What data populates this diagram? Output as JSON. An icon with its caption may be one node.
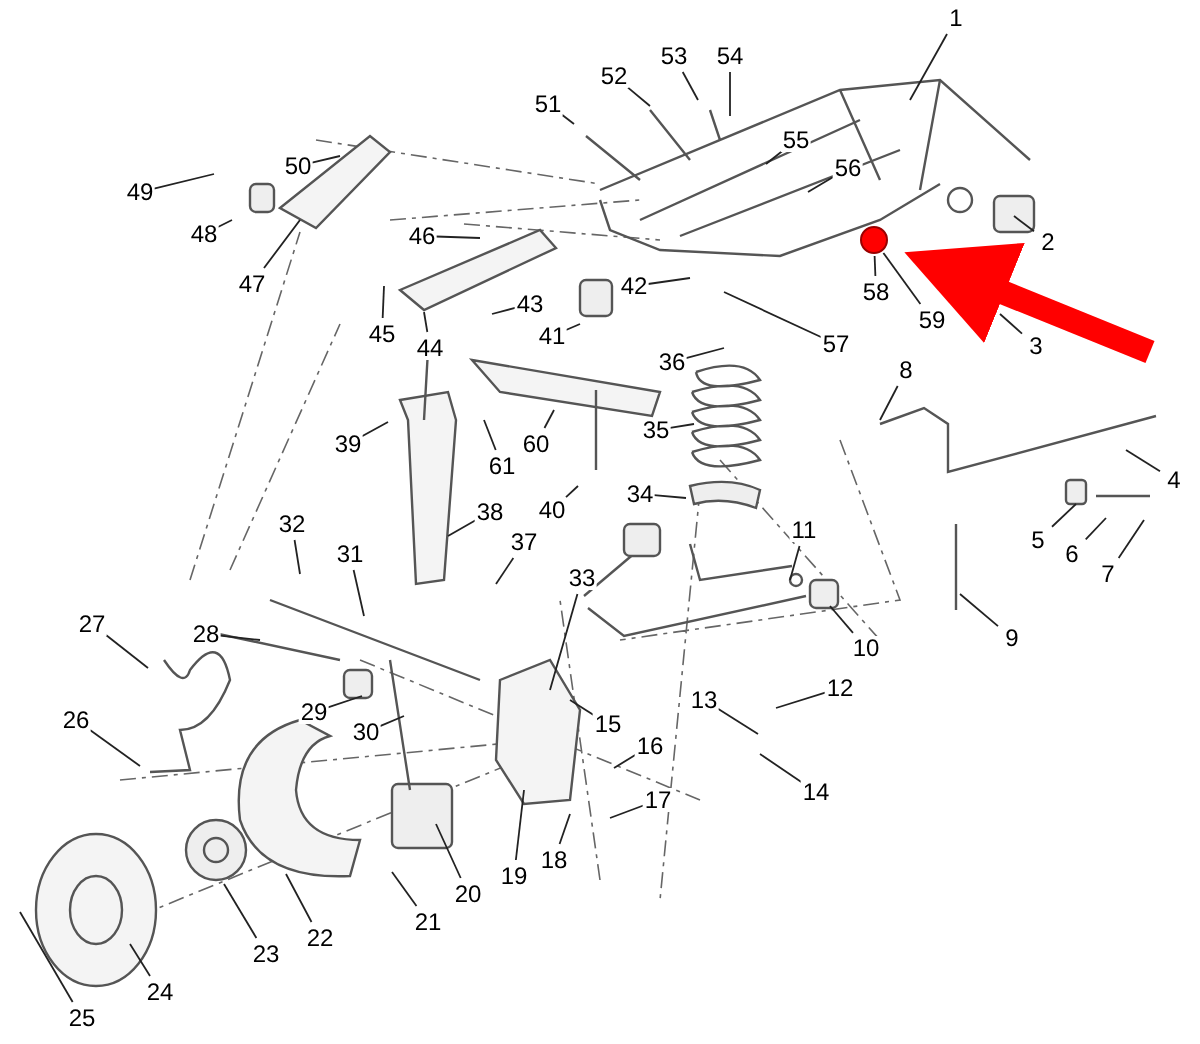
{
  "diagram": {
    "nodes": [
      {
        "text": [
          "1"
        ]
      },
      {
        "text": [
          "2"
        ]
      },
      {
        "text": [
          "3"
        ]
      },
      {
        "text": [
          "4"
        ]
      },
      {
        "text": [
          "5"
        ]
      },
      {
        "text": [
          "6"
        ]
      },
      {
        "text": [
          "7"
        ]
      },
      {
        "text": [
          "8"
        ]
      },
      {
        "text": [
          "9"
        ]
      },
      {
        "text": [
          "10"
        ]
      },
      {
        "text": [
          "11"
        ]
      },
      {
        "text": [
          "12"
        ]
      },
      {
        "text": [
          "13"
        ]
      },
      {
        "text": [
          "14"
        ]
      },
      {
        "text": [
          "15"
        ]
      },
      {
        "text": [
          "16"
        ]
      },
      {
        "text": [
          "17"
        ]
      },
      {
        "text": [
          "18"
        ]
      },
      {
        "text": [
          "19"
        ]
      },
      {
        "text": [
          "20"
        ]
      },
      {
        "text": [
          "21"
        ]
      },
      {
        "text": [
          "22"
        ]
      },
      {
        "text": [
          "23"
        ]
      },
      {
        "text": [
          "24"
        ]
      },
      {
        "text": [
          "25"
        ]
      },
      {
        "text": [
          "26"
        ]
      },
      {
        "text": [
          "27"
        ]
      },
      {
        "text": [
          "28"
        ]
      },
      {
        "text": [
          "29"
        ]
      },
      {
        "text": [
          "30"
        ]
      },
      {
        "text": [
          "31"
        ]
      },
      {
        "text": [
          "32"
        ]
      },
      {
        "text": [
          "33"
        ]
      },
      {
        "text": [
          "34"
        ]
      },
      {
        "text": [
          "35"
        ]
      },
      {
        "text": [
          "36"
        ]
      },
      {
        "text": [
          "37"
        ]
      },
      {
        "text": [
          "38"
        ]
      },
      {
        "text": [
          "39"
        ]
      },
      {
        "text": [
          "40"
        ]
      },
      {
        "text": [
          "41"
        ]
      },
      {
        "text": [
          "42"
        ]
      },
      {
        "text": [
          "43"
        ]
      },
      {
        "text": [
          "44"
        ]
      },
      {
        "text": [
          "45"
        ]
      },
      {
        "text": [
          "46"
        ]
      },
      {
        "text": [
          "47"
        ]
      },
      {
        "text": [
          "48"
        ]
      },
      {
        "text": [
          "49"
        ]
      },
      {
        "text": [
          "50"
        ]
      },
      {
        "text": [
          "51"
        ]
      },
      {
        "text": [
          "52"
        ]
      },
      {
        "text": [
          "53"
        ]
      },
      {
        "text": [
          "54"
        ]
      },
      {
        "text": [
          "55"
        ]
      },
      {
        "text": [
          "56"
        ]
      },
      {
        "text": [
          "57"
        ]
      },
      {
        "text": [
          "58"
        ]
      },
      {
        "text": [
          "59"
        ]
      },
      {
        "text": [
          "60"
        ]
      },
      {
        "text": [
          "61"
        ]
      },
      {
        "text": [],
        "shape": "circle"
      }
    ],
    "edges": [
      {
        "from": 0,
        "to": null,
        "arrow": "none"
      },
      {
        "from": 1,
        "to": null,
        "arrow": "none"
      },
      {
        "from": 2,
        "to": null,
        "arrow": "none"
      },
      {
        "from": 3,
        "to": null,
        "arrow": "none"
      },
      {
        "from": 4,
        "to": null,
        "arrow": "none"
      },
      {
        "from": 5,
        "to": null,
        "arrow": "none"
      },
      {
        "from": 6,
        "to": null,
        "arrow": "none"
      },
      {
        "from": 7,
        "to": null,
        "arrow": "none"
      },
      {
        "from": 8,
        "to": null,
        "arrow": "none"
      },
      {
        "from": 9,
        "to": null,
        "arrow": "none"
      },
      {
        "from": 10,
        "to": null,
        "arrow": "none"
      },
      {
        "from": 11,
        "to": null,
        "arrow": "none"
      },
      {
        "from": 12,
        "to": null,
        "arrow": "none"
      },
      {
        "from": 13,
        "to": null,
        "arrow": "none"
      },
      {
        "from": 14,
        "to": null,
        "arrow": "none"
      },
      {
        "from": 15,
        "to": null,
        "arrow": "none"
      },
      {
        "from": 16,
        "to": null,
        "arrow": "none"
      },
      {
        "from": 17,
        "to": null,
        "arrow": "none"
      },
      {
        "from": 18,
        "to": null,
        "arrow": "none"
      },
      {
        "from": 19,
        "to": null,
        "arrow": "none"
      },
      {
        "from": 20,
        "to": null,
        "arrow": "none"
      },
      {
        "from": 21,
        "to": null,
        "arrow": "none"
      },
      {
        "from": 22,
        "to": null,
        "arrow": "none"
      },
      {
        "from": 23,
        "to": null,
        "arrow": "none"
      },
      {
        "from": 24,
        "to": null,
        "arrow": "none"
      },
      {
        "from": 25,
        "to": null,
        "arrow": "none"
      },
      {
        "from": 26,
        "to": null,
        "arrow": "none"
      },
      {
        "from": 27,
        "to": null,
        "arrow": "none"
      },
      {
        "from": 28,
        "to": null,
        "arrow": "none"
      },
      {
        "from": 29,
        "to": null,
        "arrow": "none"
      },
      {
        "from": 30,
        "to": null,
        "arrow": "none"
      },
      {
        "from": 31,
        "to": null,
        "arrow": "none"
      },
      {
        "from": 32,
        "to": null,
        "arrow": "none"
      },
      {
        "from": 33,
        "to": null,
        "arrow": "none"
      },
      {
        "from": 34,
        "to": null,
        "arrow": "none"
      },
      {
        "from": 35,
        "to": null,
        "arrow": "none"
      },
      {
        "from": 36,
        "to": null,
        "arrow": "none"
      },
      {
        "from": 37,
        "to": null,
        "arrow": "none"
      },
      {
        "from": 38,
        "to": null,
        "arrow": "none"
      },
      {
        "from": 39,
        "to": null,
        "arrow": "none"
      },
      {
        "from": 40,
        "to": null,
        "arrow": "none"
      },
      {
        "from": 41,
        "to": null,
        "arrow": "none"
      },
      {
        "from": 42,
        "to": null,
        "arrow": "none"
      },
      {
        "from": 43,
        "to": null,
        "arrow": "none"
      },
      {
        "from": 44,
        "to": null,
        "arrow": "none"
      },
      {
        "from": 45,
        "to": null,
        "arrow": "none"
      },
      {
        "from": 46,
        "to": null,
        "arrow": "none"
      },
      {
        "from": 47,
        "to": null,
        "arrow": "none"
      },
      {
        "from": 48,
        "to": null,
        "arrow": "none"
      },
      {
        "from": 49,
        "to": null,
        "arrow": "none"
      },
      {
        "from": 50,
        "to": null,
        "arrow": "none"
      },
      {
        "from": 51,
        "to": null,
        "arrow": "none"
      },
      {
        "from": 52,
        "to": null,
        "arrow": "none"
      },
      {
        "from": 53,
        "to": null,
        "arrow": "none"
      },
      {
        "from": 54,
        "to": null,
        "arrow": "none"
      },
      {
        "from": 55,
        "to": null,
        "arrow": "none"
      },
      {
        "from": 56,
        "to": null,
        "arrow": "none"
      },
      {
        "from": 57,
        "to": 61,
        "arrow": "none"
      },
      {
        "from": 58,
        "to": 61,
        "arrow": "none"
      },
      {
        "from": 59,
        "to": null,
        "arrow": "none"
      },
      {
        "from": 60,
        "to": null,
        "arrow": "none"
      },
      {
        "from": null,
        "to": 61,
        "arrow": "to",
        "style": "thick",
        "color": "#ff0000"
      }
    ]
  }
}
